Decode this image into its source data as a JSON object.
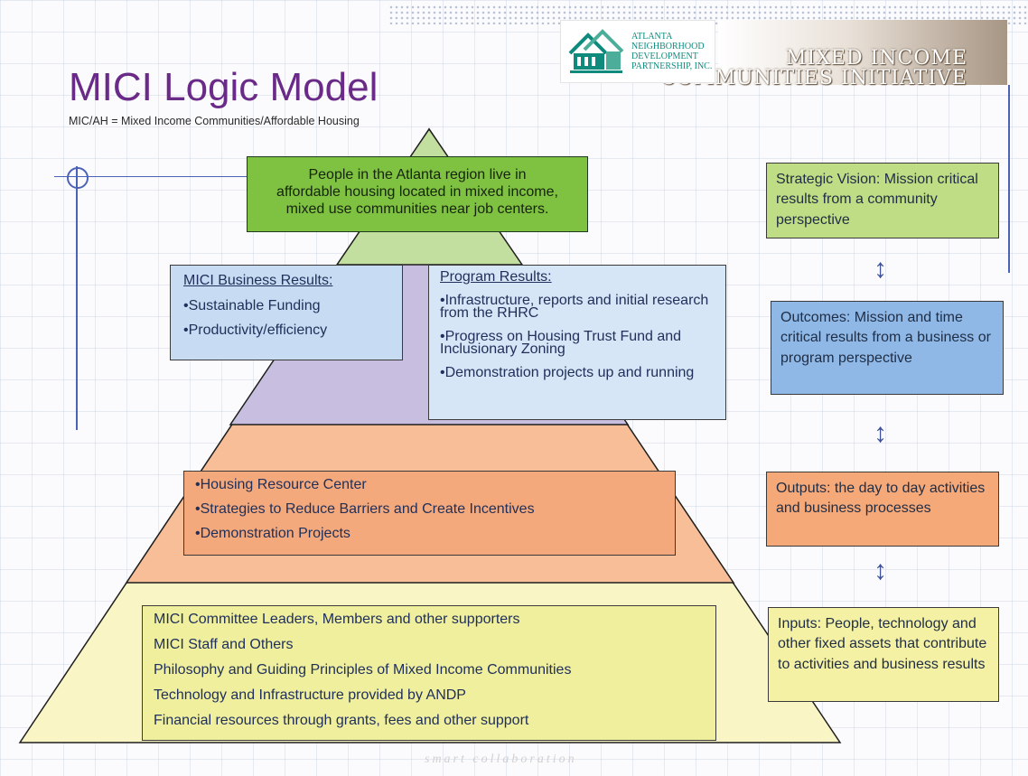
{
  "header": {
    "banner_line1": "MIXED INCOME",
    "banner_line2": "COMMUNITIES INITIATIVE",
    "logo_lines": [
      "ATLANTA",
      "NEIGHBORHOOD",
      "DEVELOPMENT",
      "PARTNERSHIP, INC."
    ]
  },
  "title": "MICI Logic Model",
  "subtitle": "MIC/AH = Mixed Income Communities/Affordable Housing",
  "vision_lines": [
    "People in the Atlanta region live in",
    "affordable housing located in mixed income,",
    "mixed use communities near job centers."
  ],
  "business": {
    "heading": "MICI Business Results:",
    "items": [
      "•Sustainable Funding",
      "•Productivity/efficiency"
    ]
  },
  "program": {
    "heading": "Program Results:",
    "items": [
      "•Infrastructure, reports and initial research from the RHRC",
      "•Progress on Housing Trust Fund and Inclusionary Zoning",
      "•Demonstration projects up and running"
    ]
  },
  "outputs_items": [
    "•Housing Resource Center",
    "•Strategies to Reduce Barriers and Create Incentives",
    "•Demonstration Projects"
  ],
  "inputs_items": [
    "MICI Committee Leaders, Members and other supporters",
    "MICI Staff and Others",
    "Philosophy and Guiding Principles of Mixed Income Communities",
    "Technology and Infrastructure provided by ANDP",
    "Financial resources through grants, fees and other support"
  ],
  "side": {
    "vision": "Strategic Vision:  Mission critical results from a community perspective",
    "outcomes": "Outcomes:  Mission and time critical results from a business or program perspective",
    "outputs": "Outputs:  the day to day activities and business processes",
    "inputs": "Inputs:  People, technology and other fixed assets that contribute to activities and business results"
  },
  "footer": "smart collaboration",
  "colors": {
    "title": "#6a2a88",
    "vision_fill": "#7fc140",
    "apex": "#c3dfa0",
    "results_tier": "#c8bfe0",
    "outputs_tier": "#f7be98",
    "inputs_tier": "#f9f5c4",
    "arrow": "#3e4f9c"
  }
}
